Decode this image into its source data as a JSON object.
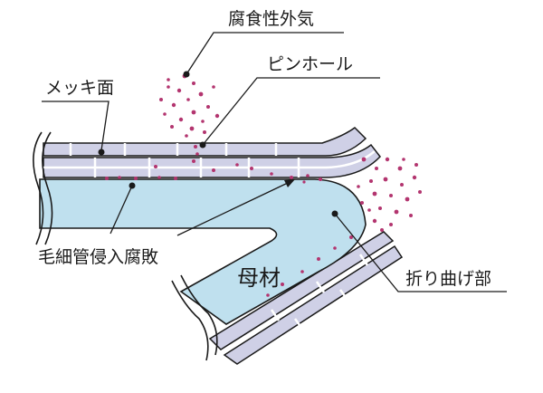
{
  "labels": {
    "corrosive_air": "腐食性外気",
    "pinhole": "ピンホール",
    "plating_surface": "メッキ面",
    "capillary_corrosion": "毛細管侵入腐敗",
    "base_metal": "母材",
    "bend": "折り曲げ部"
  },
  "colors": {
    "base_metal_fill": "#bfe0ee",
    "plating_fill": "#cfd0e6",
    "outline": "#1a1a1a",
    "particles": "#b3356f"
  }
}
